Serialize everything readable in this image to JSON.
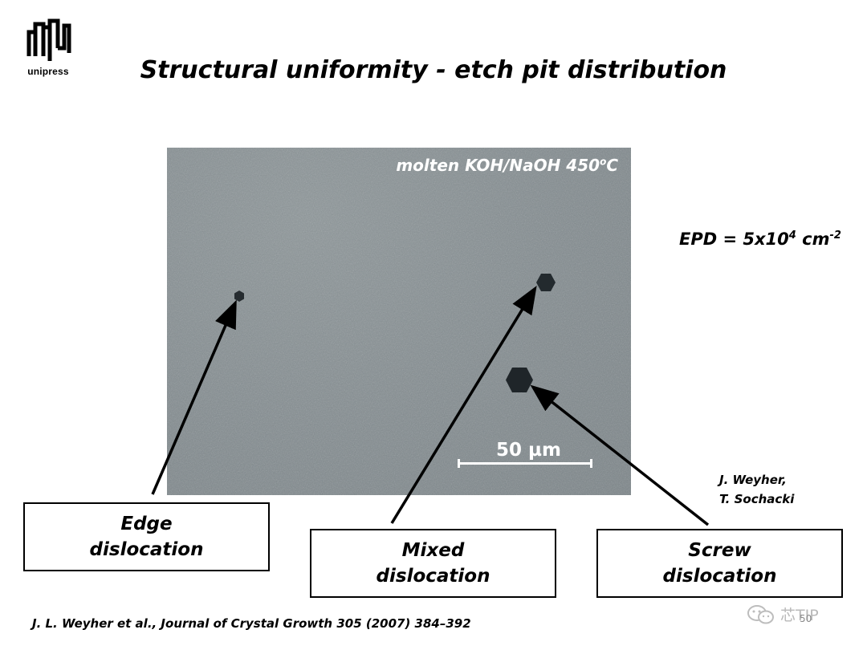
{
  "logo": {
    "text": "unipress"
  },
  "title": "Structural uniformity - etch pit distribution",
  "micrograph": {
    "caption_main": "molten KOH/NaOH 450",
    "caption_sup": "o",
    "caption_end": "C",
    "scale_label": "50 µm"
  },
  "epd": {
    "prefix": "EPD = 5x10",
    "exp1": "4",
    "middle": " cm",
    "exp2": "-2"
  },
  "authors": {
    "line1": "J. Weyher,",
    "line2": "T. Sochacki"
  },
  "labels": {
    "edge": {
      "line1": "Edge",
      "line2": "dislocation"
    },
    "mixed": {
      "line1": "Mixed",
      "line2": "dislocation"
    },
    "screw": {
      "line1": "Screw",
      "line2": "dislocation"
    }
  },
  "reference": "J. L. Weyher et al., Journal of Crystal Growth 305 (2007) 384–392",
  "watermark": {
    "text": "芯TIP"
  },
  "page_number": "50"
}
